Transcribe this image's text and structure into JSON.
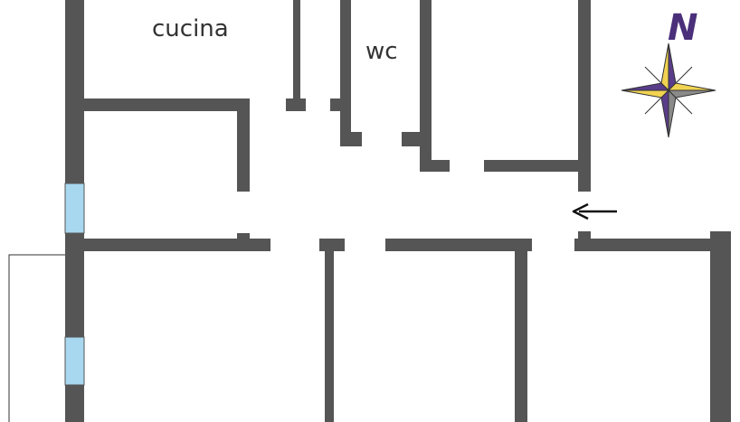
{
  "rooms": {
    "kitchen": "cucina",
    "wc": "wc"
  },
  "compass": {
    "north_label": "N",
    "icon": "compass-rose-icon",
    "label_color": "#4a2f7a",
    "star_gold": "#f1d351",
    "star_purple": "#5a3d8a",
    "star_gray": "#8a8a8a"
  },
  "entrance_arrow": {
    "icon": "arrow-left-icon"
  },
  "colors": {
    "wall": "#555555",
    "window": "#a8d8f0",
    "background": "#ffffff"
  }
}
